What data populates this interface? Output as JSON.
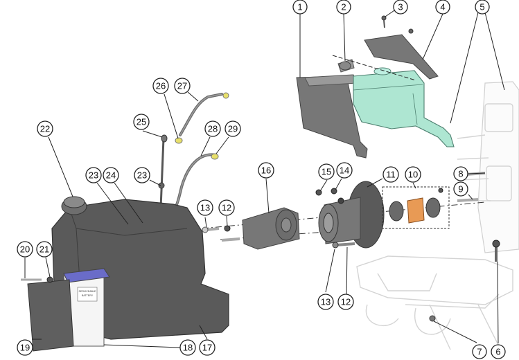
{
  "callouts": [
    {
      "id": "c1",
      "label": "1"
    },
    {
      "id": "c2",
      "label": "2"
    },
    {
      "id": "c3",
      "label": "3"
    },
    {
      "id": "c4",
      "label": "4"
    },
    {
      "id": "c5",
      "label": "5"
    },
    {
      "id": "c6",
      "label": "6"
    },
    {
      "id": "c7",
      "label": "7"
    },
    {
      "id": "c8",
      "label": "8"
    },
    {
      "id": "c9",
      "label": "9"
    },
    {
      "id": "c10",
      "label": "10"
    },
    {
      "id": "c11",
      "label": "11"
    },
    {
      "id": "c12a",
      "label": "12"
    },
    {
      "id": "c12b",
      "label": "12"
    },
    {
      "id": "c13a",
      "label": "13"
    },
    {
      "id": "c13b",
      "label": "13"
    },
    {
      "id": "c14",
      "label": "14"
    },
    {
      "id": "c15",
      "label": "15"
    },
    {
      "id": "c16",
      "label": "16"
    },
    {
      "id": "c17",
      "label": "17"
    },
    {
      "id": "c18",
      "label": "18"
    },
    {
      "id": "c19",
      "label": "19"
    },
    {
      "id": "c20",
      "label": "20"
    },
    {
      "id": "c21",
      "label": "21"
    },
    {
      "id": "c22",
      "label": "22"
    },
    {
      "id": "c23a",
      "label": "23"
    },
    {
      "id": "c23b",
      "label": "23"
    },
    {
      "id": "c24",
      "label": "24"
    },
    {
      "id": "c25",
      "label": "25"
    },
    {
      "id": "c26",
      "label": "26"
    },
    {
      "id": "c27",
      "label": "27"
    },
    {
      "id": "c28",
      "label": "28"
    },
    {
      "id": "c29",
      "label": "29"
    }
  ],
  "battery_label": {
    "line1": "SERVICEABLE",
    "line2": "BATTERY"
  },
  "colors": {
    "reservoir": "#aee6d2",
    "tank": "#5a5a5a",
    "coupler": "#e89a55",
    "fitting": "#e8e06a"
  }
}
